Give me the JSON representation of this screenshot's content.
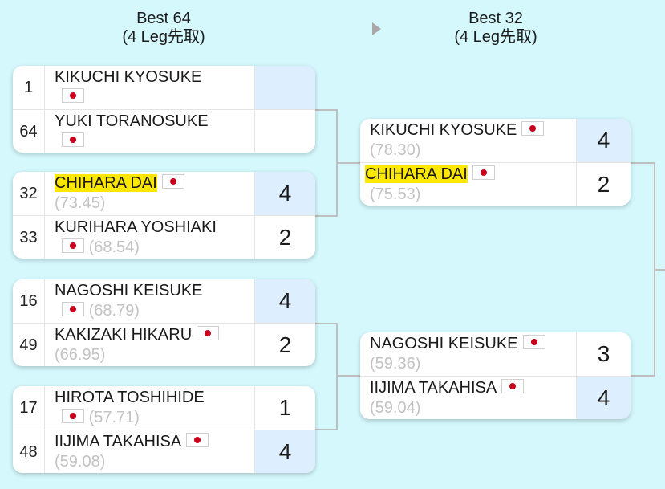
{
  "rounds": [
    {
      "title": "Best 64",
      "format": "(4 Leg先取)"
    },
    {
      "title": "Best 32",
      "format": "(4 Leg先取)"
    }
  ],
  "icons": {
    "next_round": "arrow-right-icon",
    "flag": "japan-flag-icon"
  },
  "colors": {
    "background": "#d4f8fc",
    "winner_score_bg": "#ddefff",
    "highlight": "#ffe800",
    "flag_red": "#c8001e"
  },
  "best64": [
    {
      "p1": {
        "seed": "1",
        "name": "KIKUCHI KYOSUKE",
        "avg": "",
        "score": ""
      },
      "p2": {
        "seed": "64",
        "name": "YUKI TORANOSUKE",
        "avg": "",
        "score": ""
      }
    },
    {
      "p1": {
        "seed": "32",
        "name": "CHIHARA DAI",
        "avg": "(73.45)",
        "score": "4"
      },
      "p2": {
        "seed": "33",
        "name": "KURIHARA YOSHIAKI",
        "avg": "(68.54)",
        "score": "2"
      }
    },
    {
      "p1": {
        "seed": "16",
        "name": "NAGOSHI KEISUKE",
        "avg": "(68.79)",
        "score": "4"
      },
      "p2": {
        "seed": "49",
        "name": "KAKIZAKI HIKARU",
        "avg": "(66.95)",
        "score": "2"
      }
    },
    {
      "p1": {
        "seed": "17",
        "name": "HIROTA TOSHIHIDE",
        "avg": "(57.71)",
        "score": "1"
      },
      "p2": {
        "seed": "48",
        "name": "IIJIMA TAKAHISA",
        "avg": "(59.08)",
        "score": "4"
      }
    }
  ],
  "best32": [
    {
      "p1": {
        "name": "KIKUCHI KYOSUKE",
        "avg": "(78.30)",
        "score": "4"
      },
      "p2": {
        "name": "CHIHARA DAI",
        "avg": "(75.53)",
        "score": "2"
      }
    },
    {
      "p1": {
        "name": "NAGOSHI KEISUKE",
        "avg": "(59.36)",
        "score": "3"
      },
      "p2": {
        "name": "IIJIMA TAKAHISA",
        "avg": "(59.04)",
        "score": "4"
      }
    }
  ]
}
